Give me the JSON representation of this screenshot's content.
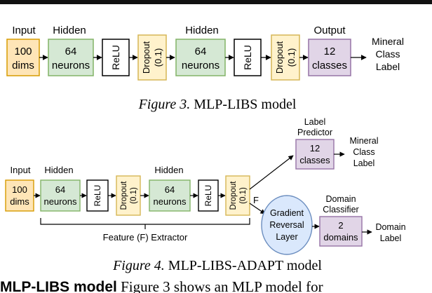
{
  "fig3": {
    "caption_figure": "Figure 3.",
    "caption_text": " MLP-LIBS model",
    "labels": {
      "input": "Input",
      "hidden1": "Hidden",
      "hidden2": "Hidden",
      "output": "Output"
    },
    "input_box": {
      "line1": "100",
      "line2": "dims"
    },
    "hidden1_box": {
      "line1": "64",
      "line2": "neurons"
    },
    "relu1": "ReLU",
    "dropout1": {
      "line1": "Dropout",
      "line2": "(0.1)"
    },
    "hidden2_box": {
      "line1": "64",
      "line2": "neurons"
    },
    "relu2": "ReLU",
    "dropout2": {
      "line1": "Dropout",
      "line2": "(0.1)"
    },
    "output_box": {
      "line1": "12",
      "line2": "classes"
    },
    "result": {
      "line1": "Mineral",
      "line2": "Class",
      "line3": "Label"
    }
  },
  "fig4": {
    "caption_figure": "Figure 4.",
    "caption_text": " MLP-LIBS-ADAPT model",
    "labels": {
      "input": "Input",
      "hidden1": "Hidden",
      "hidden2": "Hidden"
    },
    "input_box": {
      "line1": "100",
      "line2": "dims"
    },
    "hidden1_box": {
      "line1": "64",
      "line2": "neurons"
    },
    "relu1": "ReLU",
    "dropout1": {
      "line1": "Dropout",
      "line2": "(0.1)"
    },
    "hidden2_box": {
      "line1": "64",
      "line2": "neurons"
    },
    "relu2": "ReLU",
    "dropout2": {
      "line1": "Dropout",
      "line2": "(0.1)"
    },
    "f_label": "F",
    "extractor_label": "Feature (F) Extractor",
    "label_predictor": {
      "title1": "Label",
      "title2": "Predictor",
      "line1": "12",
      "line2": "classes"
    },
    "label_result": {
      "line1": "Mineral",
      "line2": "Class",
      "line3": "Label"
    },
    "grl": {
      "line1": "Gradient",
      "line2": "Reversal",
      "line3": "Layer"
    },
    "domain_classifier": {
      "title1": "Domain",
      "title2": "Classifier",
      "line1": "2",
      "line2": "domains"
    },
    "domain_result": {
      "line1": "Domain",
      "line2": "Label"
    }
  },
  "bottom_text": {
    "bold": "MLP-LIBS model",
    "rest": " Figure 3 shows an MLP model for"
  },
  "colors": {
    "input_fill": "#fee5b7",
    "input_stroke": "#d79b00",
    "hidden_fill": "#d5e8d4",
    "hidden_stroke": "#82b366",
    "relu_fill": "#ffffff",
    "relu_stroke": "#000000",
    "dropout_fill": "#fff2cc",
    "dropout_stroke": "#d6b656",
    "output_fill": "#e1d5e7",
    "output_stroke": "#9673a6",
    "grl_fill": "#dae8fc",
    "grl_stroke": "#6c8ebf"
  }
}
